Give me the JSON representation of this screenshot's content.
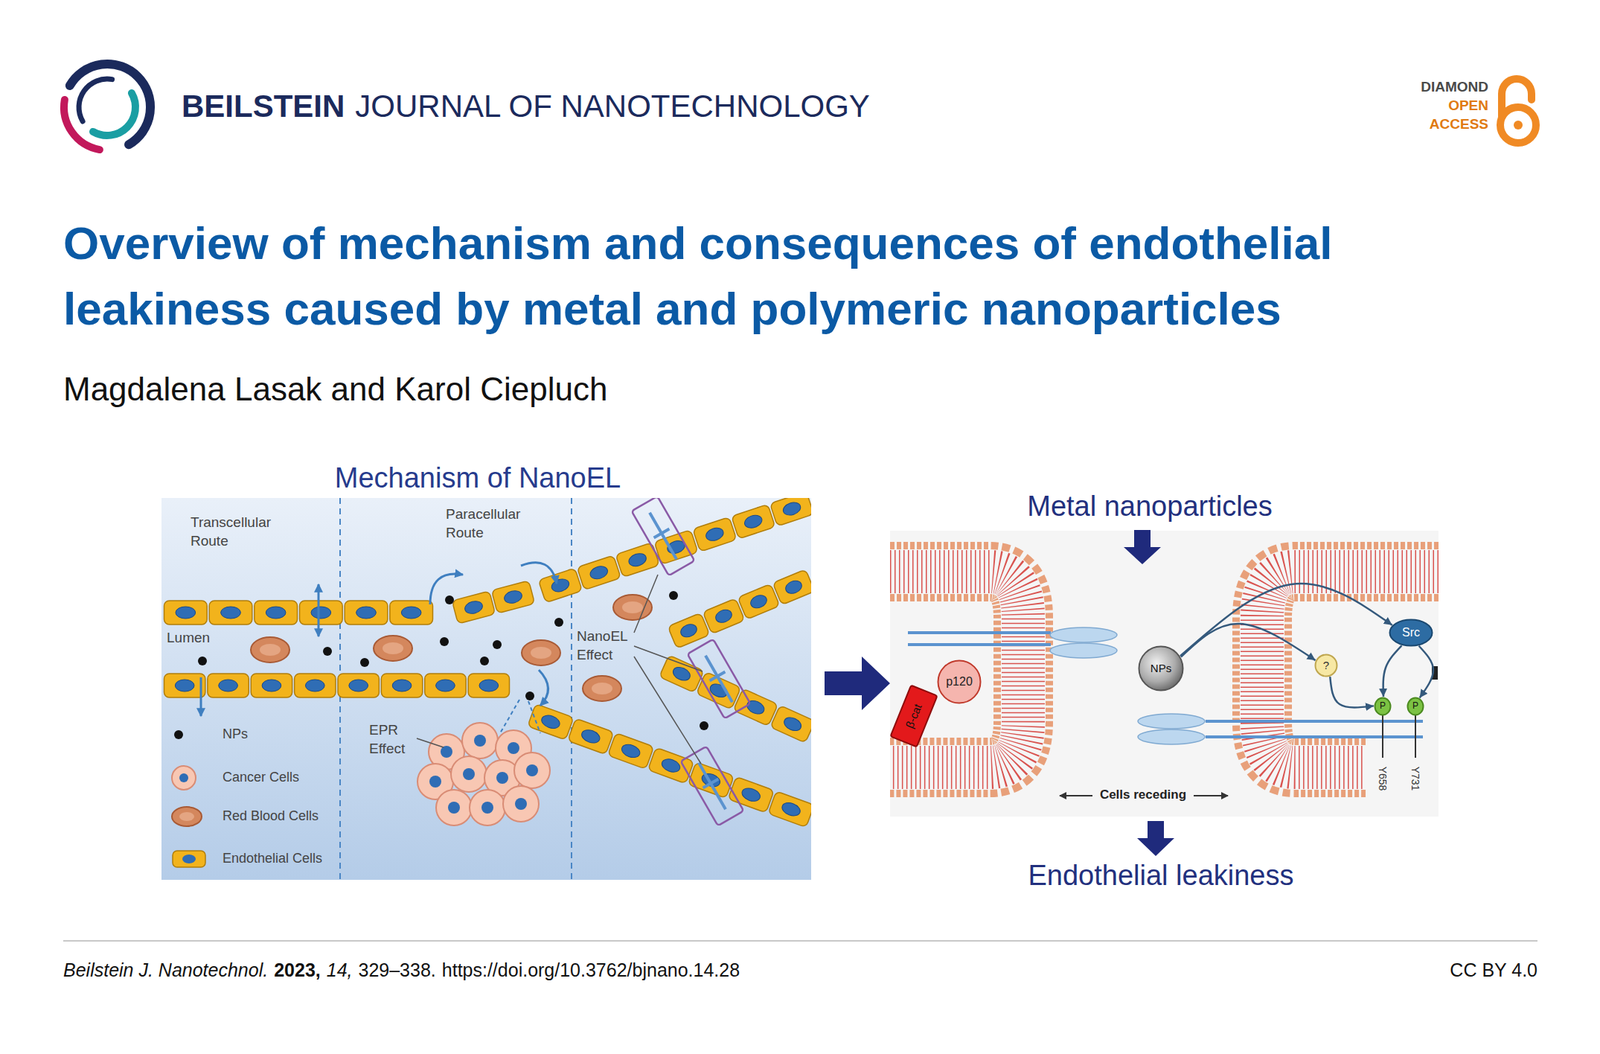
{
  "diagram": {
    "title": "Overview of mechanism and consequences of endothelial leakiness caused by metal and polymeric nanoparticles",
    "nodes": [
      {
        "text": [
          "p120"
        ]
      },
      {
        "text": [
          "β-cat"
        ]
      },
      {
        "text": [
          "NPs"
        ]
      },
      {
        "text": [
          "?"
        ]
      },
      {
        "text": [
          "Src"
        ]
      },
      {
        "text": [
          "P"
        ]
      },
      {
        "text": [
          "P"
        ]
      }
    ],
    "edges": [
      {
        "from": 2,
        "to": 3,
        "arrow": "to"
      },
      {
        "from": 2,
        "to": 4,
        "arrow": "to"
      },
      {
        "from": 3,
        "to": 5,
        "arrow": "to"
      },
      {
        "from": 4,
        "to": 5,
        "arrow": "to"
      },
      {
        "from": 4,
        "to": 6,
        "arrow": "to"
      }
    ],
    "labels": [
      "BEILSTEIN",
      "JOURNAL OF NANOTECHNOLOGY",
      "DIAMOND",
      "OPEN",
      "ACCESS",
      "Magdalena Lasak and Karol Ciepluch",
      "Mechanism of NanoEL",
      "Transcellular Route",
      "Paracellular Route",
      "Lumen",
      "NanoEL Effect",
      "EPR Effect",
      "Metal nanoparticles",
      "Y658",
      "Y731",
      "Cells receding",
      "Endothelial leakiness",
      "Beilstein J. Nanotechnol.",
      "2023,",
      "14,",
      "329–338.",
      "https://doi.org/10.3762/bjnano.14.28",
      "CC BY 4.0"
    ],
    "legend": [
      {
        "text": "NPs"
      },
      {
        "text": "Cancer Cells"
      },
      {
        "text": "Red Blood Cells"
      },
      {
        "text": "Endothelial Cells"
      }
    ]
  }
}
